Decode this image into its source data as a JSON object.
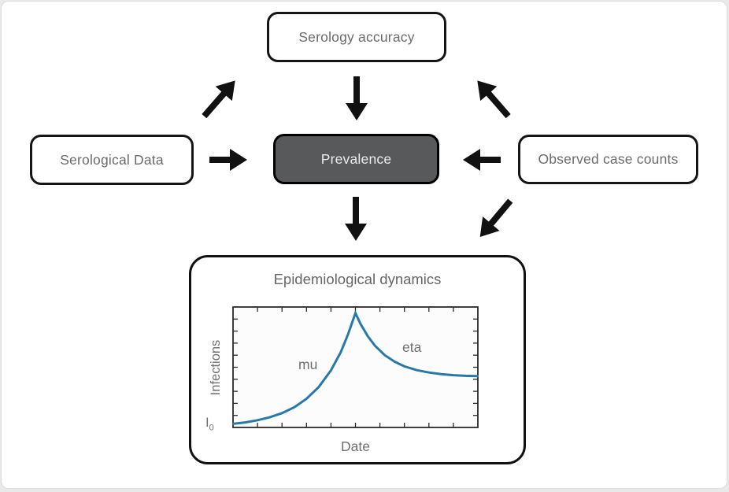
{
  "diagram": {
    "nodes": {
      "serology_accuracy": {
        "label": "Serology accuracy"
      },
      "serological_data": {
        "label": "Serological Data"
      },
      "prevalence": {
        "label": "Prevalence"
      },
      "observed_case_counts": {
        "label": "Observed case counts"
      },
      "epidemiological_dynamics": {
        "label": "Epidemiological dynamics"
      }
    },
    "edges": [
      {
        "from": "Serological Data",
        "to": "Prevalence",
        "direction": "right"
      },
      {
        "from": "Observed case counts",
        "to": "Prevalence",
        "direction": "left"
      },
      {
        "from": "Serology accuracy",
        "to": "Prevalence",
        "direction": "down"
      },
      {
        "from": "Serological Data",
        "to": "Serology accuracy",
        "direction": "up-right"
      },
      {
        "from": "Observed case counts",
        "to": "Serology accuracy",
        "direction": "up-left"
      },
      {
        "from": "Prevalence",
        "to": "Epidemiological dynamics",
        "direction": "down"
      },
      {
        "from": "Observed case counts",
        "to": "Epidemiological dynamics",
        "direction": "down-left"
      }
    ],
    "colors": {
      "node_border": "#151515",
      "node_text": "#6b6b6b",
      "prevalence_fill": "#58595b",
      "prevalence_text": "#ebebeb",
      "arrow": "#111111"
    }
  },
  "chart_data": {
    "type": "line",
    "title": "Epidemiological dynamics",
    "xlabel": "Date",
    "ylabel": "Infections",
    "x_axis": {
      "tick_count": 9,
      "numeric_labels": false
    },
    "y_axis": {
      "tick_count": 9,
      "numeric_labels": false
    },
    "annotations": {
      "growth_rate_label": "mu",
      "decay_rate_label": "eta",
      "initial_value_label": "I0",
      "initial_value_base": "I",
      "initial_value_sub": "0"
    },
    "line_color": "#2879a8",
    "axis_color": "#2a2a2a",
    "plot_bg": "#fcfcfc",
    "series": [
      {
        "name": "Infections",
        "points": [
          [
            0.0,
            0.03
          ],
          [
            0.05,
            0.042
          ],
          [
            0.1,
            0.06
          ],
          [
            0.15,
            0.084
          ],
          [
            0.2,
            0.119
          ],
          [
            0.25,
            0.168
          ],
          [
            0.3,
            0.238
          ],
          [
            0.35,
            0.335
          ],
          [
            0.4,
            0.474
          ],
          [
            0.44,
            0.624
          ],
          [
            0.47,
            0.775
          ],
          [
            0.5,
            0.95
          ],
          [
            0.52,
            0.863
          ],
          [
            0.55,
            0.758
          ],
          [
            0.58,
            0.678
          ],
          [
            0.62,
            0.6
          ],
          [
            0.66,
            0.546
          ],
          [
            0.7,
            0.507
          ],
          [
            0.75,
            0.476
          ],
          [
            0.8,
            0.456
          ],
          [
            0.85,
            0.443
          ],
          [
            0.9,
            0.434
          ],
          [
            0.95,
            0.429
          ],
          [
            1.0,
            0.426
          ]
        ]
      }
    ],
    "description": "Infections grow exponentially at rate mu from initial value I0, peak, then decay at rate eta toward a plateau"
  }
}
